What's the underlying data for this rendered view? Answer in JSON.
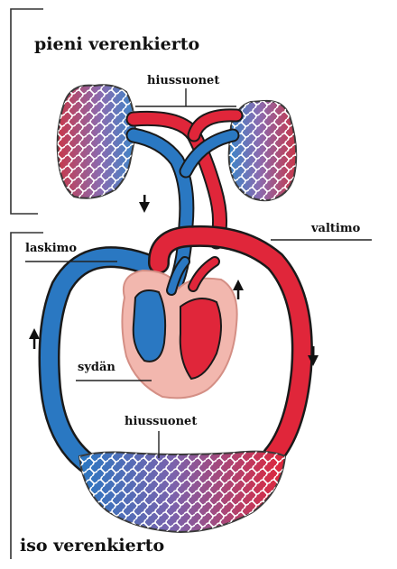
{
  "labels": {
    "pulmonary_title": "pieni verenkierto",
    "systemic_title": "iso verenkierto",
    "capillaries_top": "hiussuonet",
    "capillaries_bottom": "hiussuonet",
    "artery": "valtimo",
    "vein": "laskimo",
    "heart": "sydän"
  },
  "colors": {
    "artery_red": "#e0263a",
    "vein_blue": "#2a78c2",
    "heart_pink": "#f2b7ae",
    "outline": "#1a1a1a",
    "bracket": "#333333"
  },
  "icons": {
    "flow_arrow": "arrow-icon",
    "capillary_net": "capillary-network-icon",
    "heart": "heart-icon"
  }
}
